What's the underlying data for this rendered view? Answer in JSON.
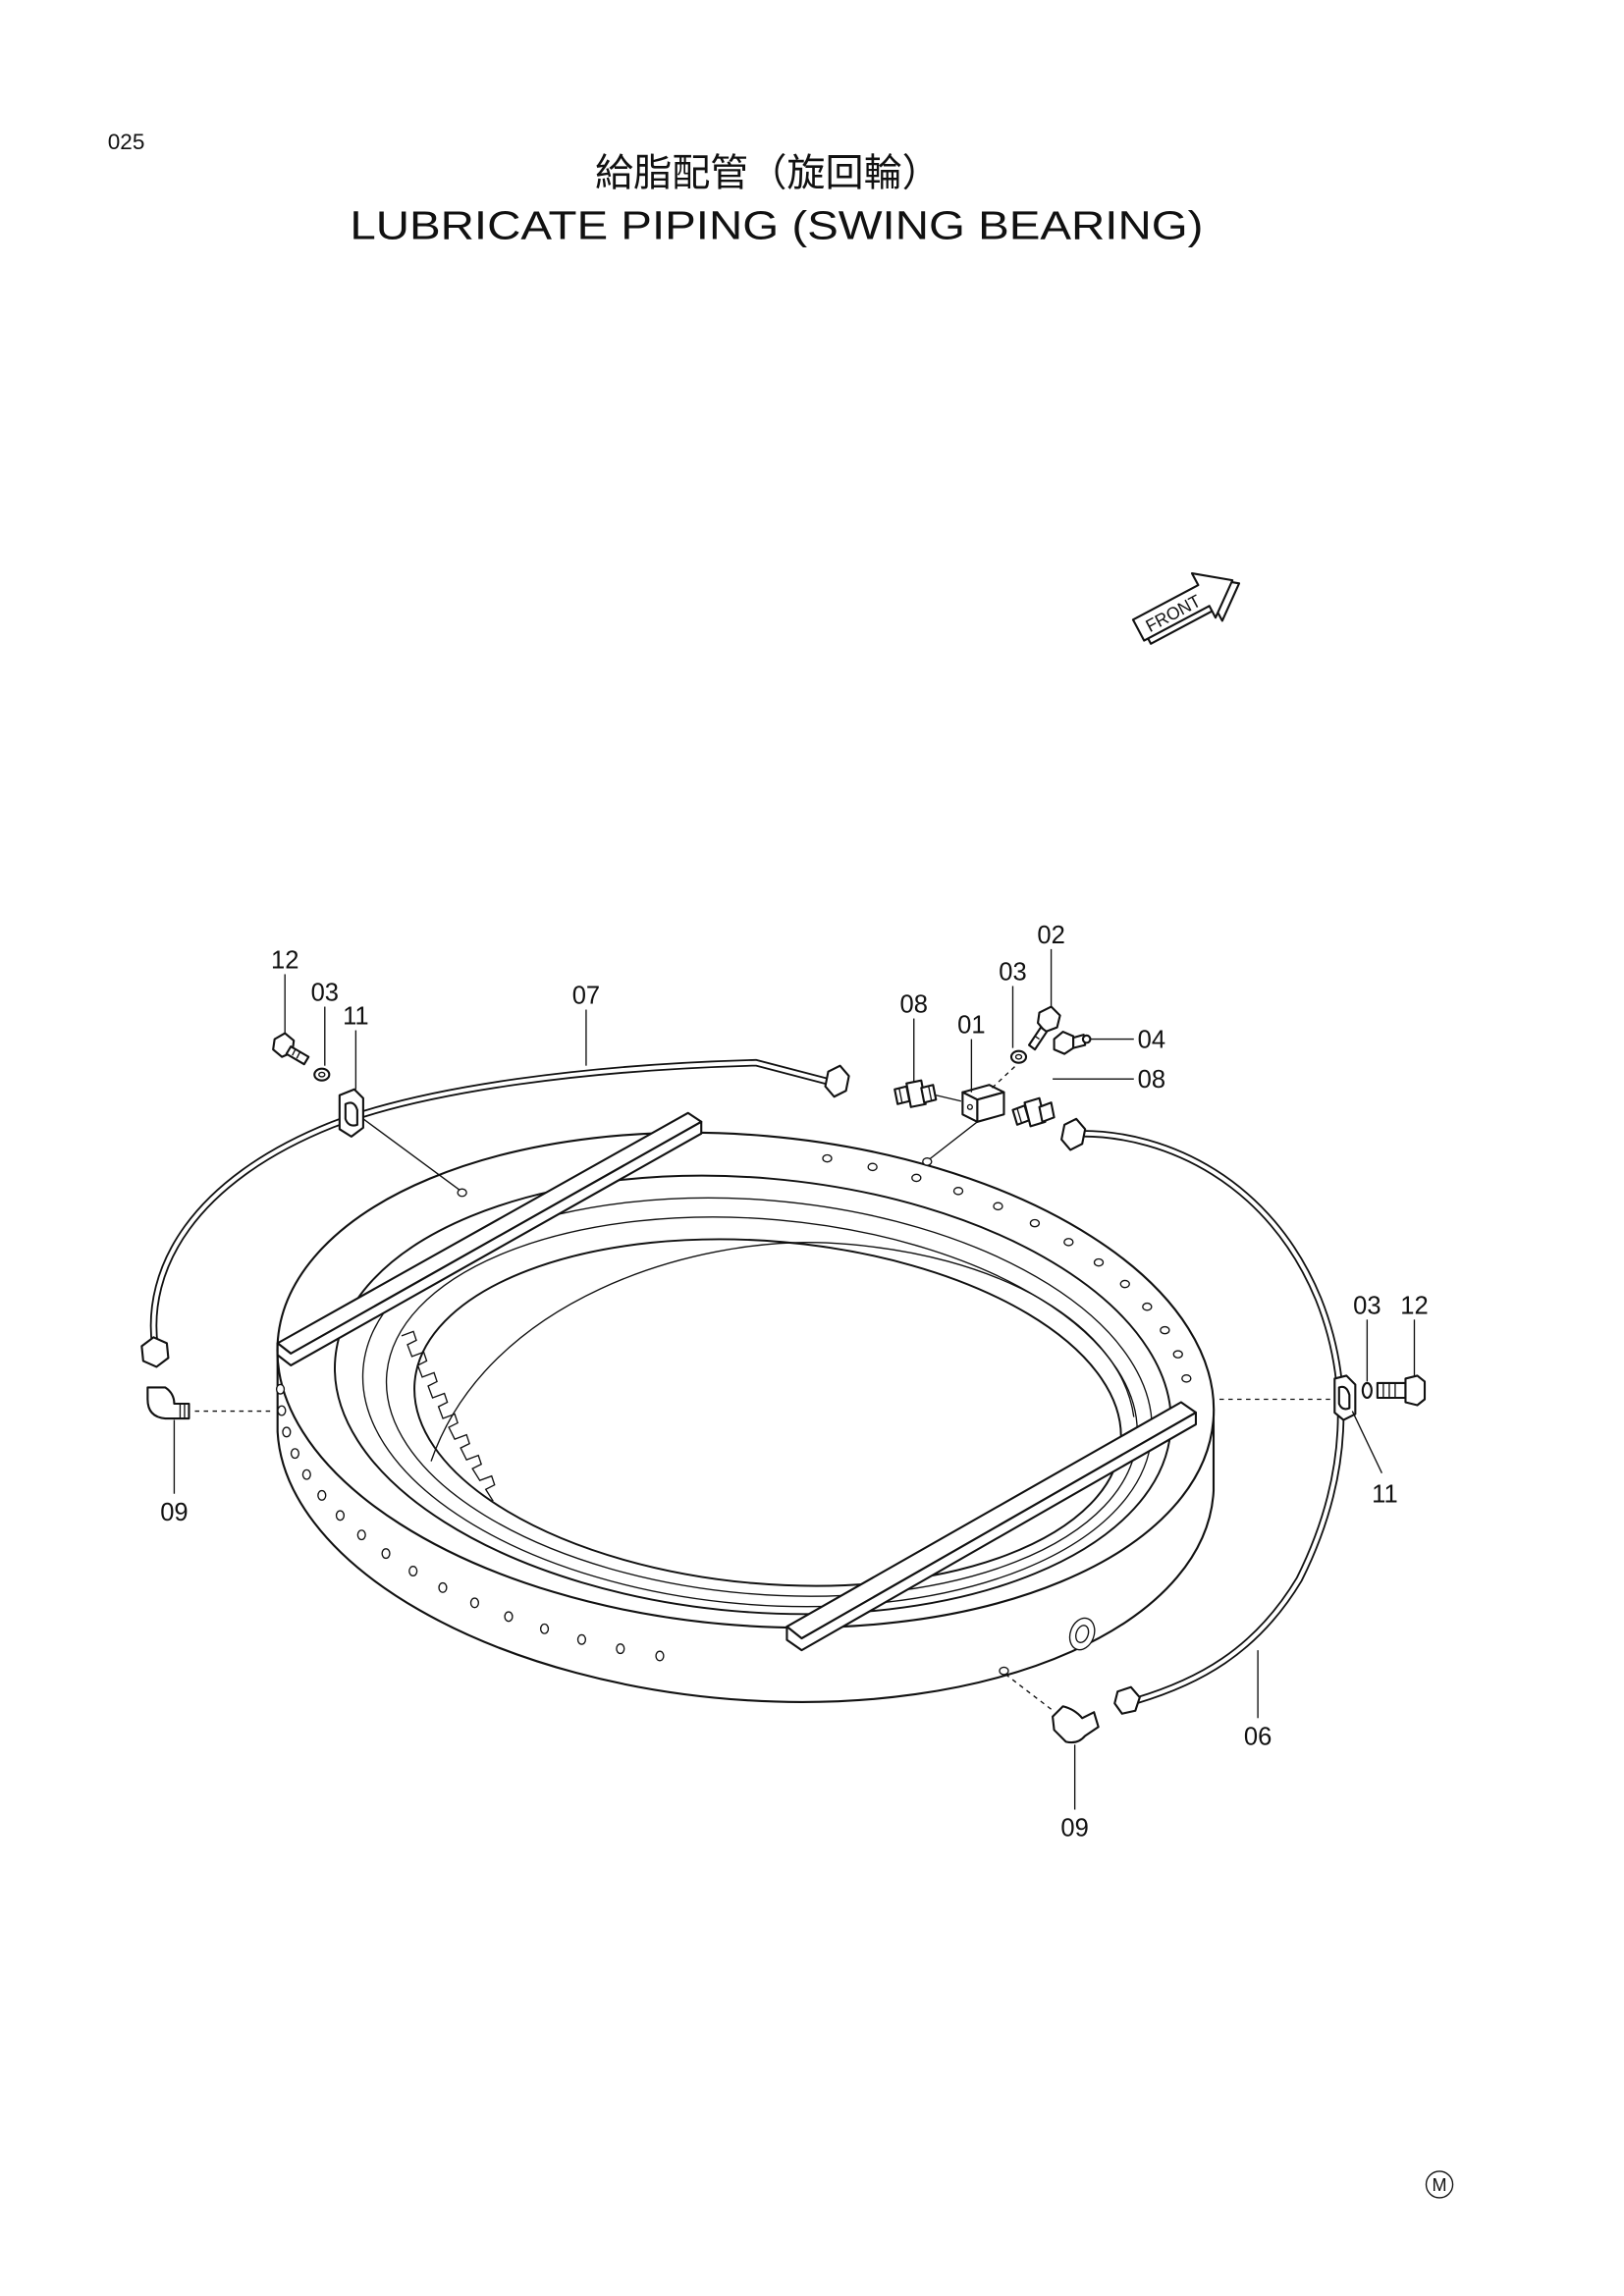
{
  "page_number": "025",
  "title_jp": "給脂配管（旋回輪）",
  "title_en": "LUBRICATE PIPING (SWING BEARING)",
  "front_label": "FRONT",
  "callouts": [
    "12",
    "03",
    "11",
    "07",
    "08",
    "01",
    "03",
    "02",
    "04",
    "08",
    "03",
    "12",
    "11",
    "09",
    "06",
    "09"
  ],
  "mark": "M"
}
